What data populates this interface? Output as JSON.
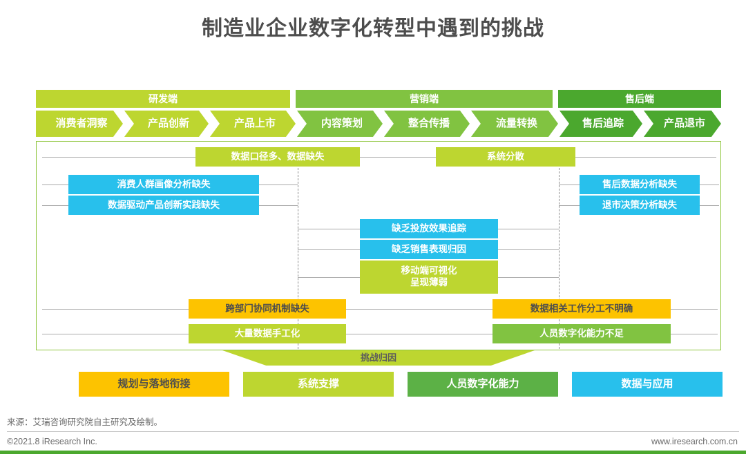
{
  "page_title": "制造业企业数字化转型中遇到的挑战",
  "colors": {
    "lime": "#bdd630",
    "green": "#81c341",
    "dark_green": "#4ba82e",
    "blue": "#28c0ec",
    "gold": "#fdc300",
    "panel_border": "#8fc63d",
    "title_text": "#4d4d4d"
  },
  "stage_bands": [
    {
      "label": "研发端",
      "color": "#bdd630"
    },
    {
      "label": "营销端",
      "color": "#81c341"
    },
    {
      "label": "售后端",
      "color": "#4ba82e"
    }
  ],
  "pipeline": [
    {
      "label": "消费者洞察",
      "color": "#bdd630"
    },
    {
      "label": "产品创新",
      "color": "#bdd630"
    },
    {
      "label": "产品上市",
      "color": "#bdd630"
    },
    {
      "label": "内容策划",
      "color": "#81c341"
    },
    {
      "label": "整合传播",
      "color": "#81c341"
    },
    {
      "label": "流量转换",
      "color": "#81c341"
    },
    {
      "label": "售后追踪",
      "color": "#4ba82e"
    },
    {
      "label": "产品退市",
      "color": "#4ba82e"
    }
  ],
  "matrix_items": [
    {
      "label": "数据口径多、数据缺失",
      "color": "lime",
      "row": 1
    },
    {
      "label": "系统分散",
      "color": "lime",
      "row": 1
    },
    {
      "label": "消费人群画像分析缺失",
      "color": "blue",
      "row": 2
    },
    {
      "label": "售后数据分析缺失",
      "color": "blue",
      "row": 2
    },
    {
      "label": "数据驱动产品创新实践缺失",
      "color": "blue",
      "row": 3
    },
    {
      "label": "退市决策分析缺失",
      "color": "blue",
      "row": 3
    },
    {
      "label": "缺乏投放效果追踪",
      "color": "blue",
      "row": 4
    },
    {
      "label": "缺乏销售表现归因",
      "color": "blue",
      "row": 5
    },
    {
      "label": "移动端可视化\n呈现薄弱",
      "color": "lime",
      "row": 6
    },
    {
      "label": "跨部门协同机制缺失",
      "color": "gold",
      "row": 7
    },
    {
      "label": "数据相关工作分工不明确",
      "color": "gold",
      "row": 7
    },
    {
      "label": "大量数据手工化",
      "color": "lime",
      "row": 8
    },
    {
      "label": "人员数字化能力不足",
      "color": "green",
      "row": 8
    }
  ],
  "attribution_label": "挑战归因",
  "categories": [
    {
      "label": "规划与落地衔接",
      "color": "#fdc300",
      "text_color": "#4d4d4d"
    },
    {
      "label": "系统支撑",
      "color": "#bdd630",
      "text_color": "#ffffff"
    },
    {
      "label": "人员数字化能力",
      "color": "#5cb146",
      "text_color": "#ffffff"
    },
    {
      "label": "数据与应用",
      "color": "#28c0ec",
      "text_color": "#ffffff"
    }
  ],
  "footer": {
    "source": "来源：艾瑞咨询研究院自主研究及绘制。",
    "copyright": "©2021.8 iResearch Inc.",
    "website": "www.iresearch.com.cn"
  }
}
